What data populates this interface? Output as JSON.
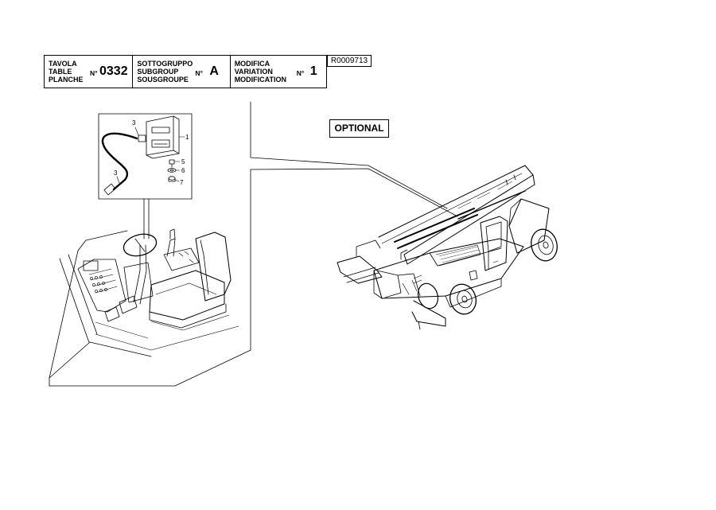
{
  "title_block": {
    "table": {
      "labels": [
        "TAVOLA",
        "TABLE",
        "PLANCHE"
      ],
      "no_label": "N°",
      "value": "0332"
    },
    "subgroup": {
      "labels": [
        "SOTTOGRUPPO",
        "SUBGROUP",
        "SOUSGROUPE"
      ],
      "no_label": "N°",
      "value": "A"
    },
    "modification": {
      "labels": [
        "MODIFICA",
        "VARIATION",
        "MODIFICATION"
      ],
      "no_label": "N°",
      "value": "1"
    }
  },
  "reference_code": "R0009713",
  "optional_label": "OPTIONAL",
  "callouts": [
    "3",
    "1",
    "5",
    "6",
    "7",
    "3"
  ]
}
